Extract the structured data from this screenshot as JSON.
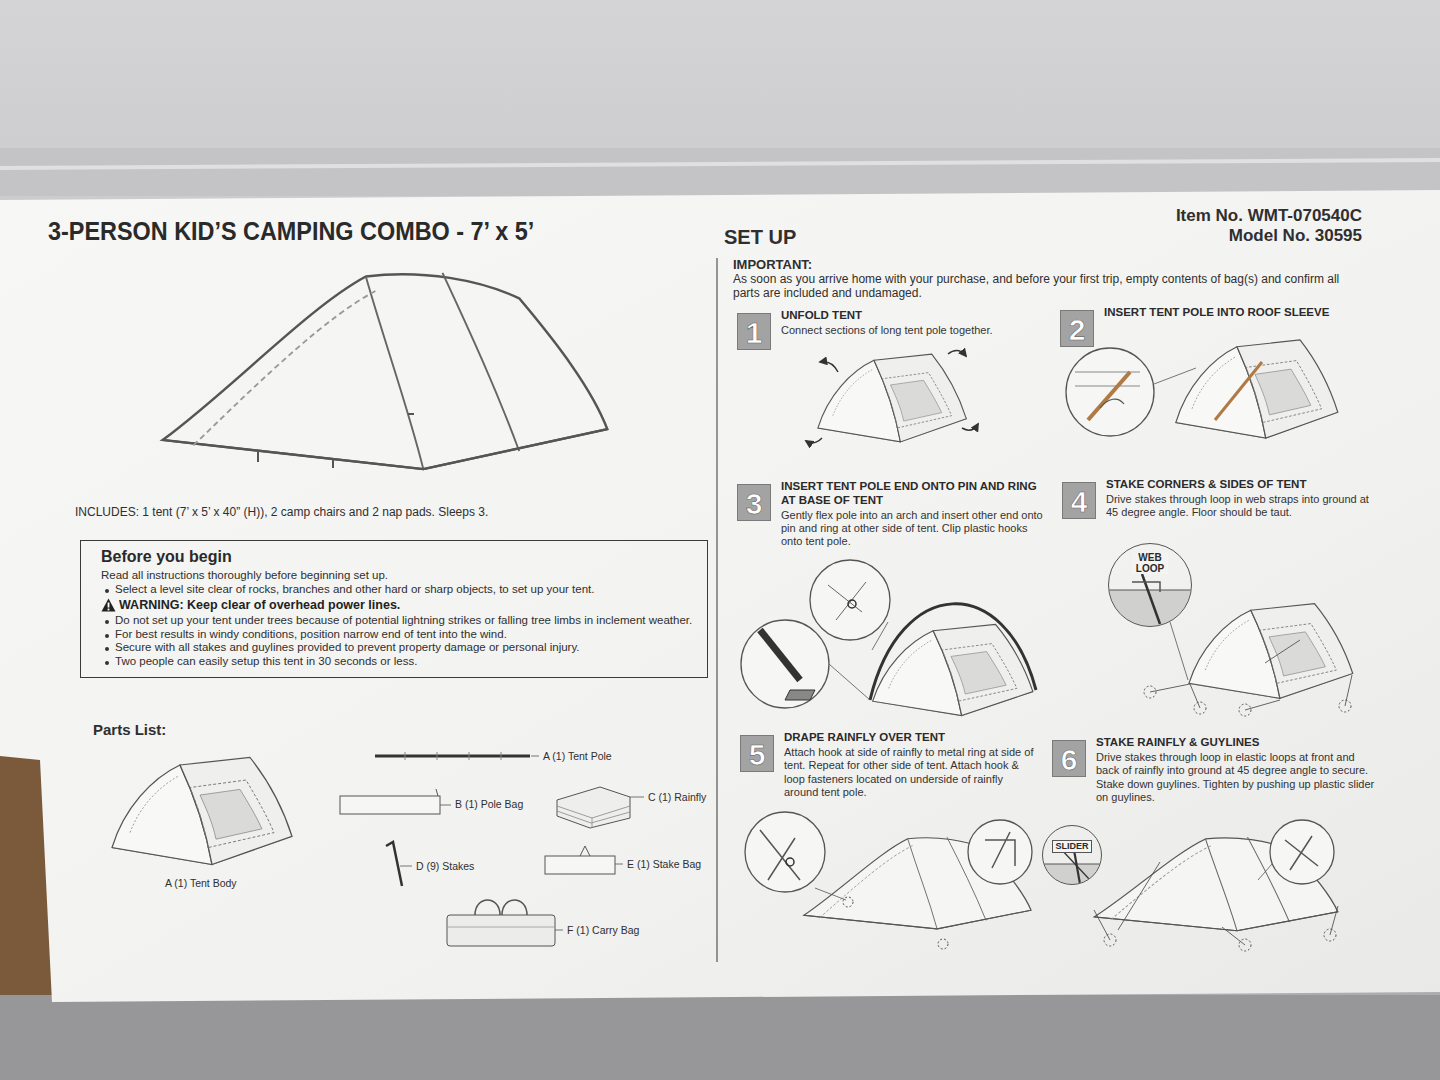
{
  "diagram": {
    "title": "3-PERSON KID’S CAMPING COMBO - 7’ x 5’",
    "nodes": [
      {
        "text": [
          "Before you begin",
          "Read all instructions thoroughly before beginning set up.",
          "Select a level site clear of rocks, branches and other hard or sharp objects, to set up your tent.",
          "WARNING: Keep clear of overhead power lines.",
          "Do not set up your tent under trees because of potential lightning strikes or falling tree limbs in inclement weather.",
          "For best results in windy conditions, position narrow end of tent into the wind.",
          "Secure with all stakes and guylines provided to prevent property damage or personal injury.",
          "Two people can easily setup this tent in 30 seconds or less."
        ]
      },
      {
        "text": [
          "1",
          "UNFOLD TENT",
          "Connect sections of long tent pole together."
        ]
      },
      {
        "text": [
          "2",
          "INSERT TENT POLE INTO ROOF SLEEVE"
        ]
      },
      {
        "text": [
          "3",
          "INSERT TENT POLE END ONTO PIN AND RING AT BASE OF TENT",
          "Gently flex pole into an arch and insert other end onto pin and ring at other side of tent. Clip plastic hooks onto tent pole."
        ]
      },
      {
        "text": [
          "4",
          "STAKE CORNERS & SIDES OF TENT",
          "Drive stakes through loop in web straps into ground at 45 degree angle. Floor should be taut."
        ]
      },
      {
        "text": [
          "WEB LOOP"
        ]
      },
      {
        "text": [
          "5",
          "DRAPE RAINFLY OVER TENT",
          "Attach hook at side of rainfly to metal ring at side of tent. Repeat for other side of tent. Attach hook & loop fasteners located on underside of rainfly around tent pole."
        ]
      },
      {
        "text": [
          "6",
          "STAKE RAINFLY & GUYLINES",
          "Drive stakes through loop in elastic loops at front and back of rainfly into ground at 45 degree angle to secure. Stake down guylines. Tighten by pushing up plastic slider on guylines."
        ]
      },
      {
        "text": [
          "SLIDER"
        ]
      }
    ],
    "labels": [
      "SET UP",
      "Item No. WMT-070540C",
      "Model No. 30595",
      "IMPORTANT:",
      "As soon as you arrive home with your purchase, and before your first trip, empty contents of bag(s) and confirm all parts are included and undamaged.",
      "INCLUDES: 1 tent (7’ x 5’ x 40” (H)), 2 camp chairs and 2 nap pads. Sleeps 3.",
      "Parts List:",
      "A (1) Tent Pole",
      "B (1) Pole Bag",
      "C (1) Rainfly",
      "A (1) Tent Body",
      "D (9) Stakes",
      "E (1) Stake Bag",
      "F (1) Carry Bag"
    ]
  }
}
